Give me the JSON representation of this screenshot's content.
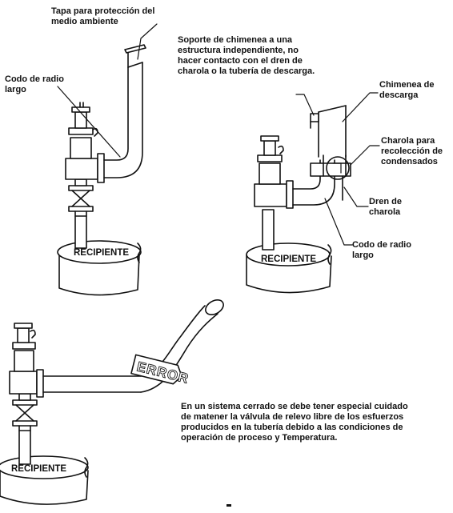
{
  "labels": {
    "tapa": "Tapa para protección del\nmedio ambiente",
    "codo_top": "Codo de radio\nlargo",
    "soporte": "Soporte de chimenea a una\nestructura independiente, no\nhacer contacto con el dren de\ncharola o la tubería de descarga.",
    "chimenea": "Chimenea de\ndescarga",
    "charola": "Charola para\nrecolección de\ncondensados",
    "dren": "Dren de\ncharola",
    "codo_right": "Codo de radio\nlargo",
    "recipiente_1": "RECIPIENTE",
    "recipiente_2": "RECIPIENTE",
    "recipiente_3": "RECIPIENTE",
    "error_tag": "ERROR",
    "note": "En un sistema cerrado  se debe tener  especial cuidado\nde matener  la válvula  de  relevo libre de los esfuerzos\nproducidos en la tubería debido a las condiciones de\noperación de proceso y Temperatura."
  },
  "colors": {
    "ink": "#111111",
    "paper": "#ffffff",
    "shade": "#e6e6e6"
  }
}
